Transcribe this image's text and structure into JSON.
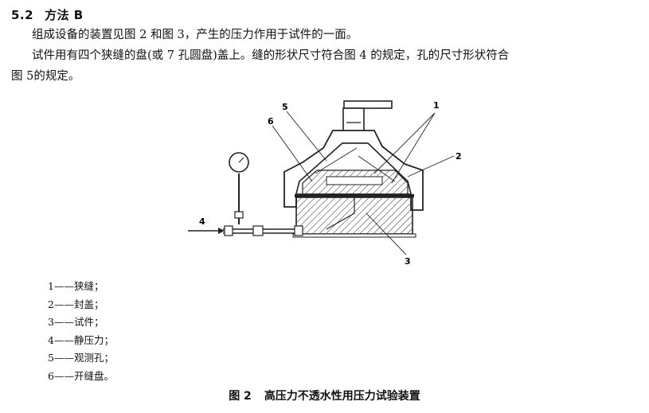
{
  "section": {
    "number": "5.2",
    "title": "方法 B"
  },
  "paragraphs": {
    "p1": "组成设备的装置见图 2 和图 3，产生的压力作用于试件的一面。",
    "p2": "试件用有四个狭缝的盘(或 7 孔圆盘)盖上。缝的形状尺寸符合图 4 的规定，孔的尺寸形状符合",
    "p3": "图 5的规定。"
  },
  "figure": {
    "callouts": {
      "c1": "1",
      "c2": "2",
      "c3": "3",
      "c4": "4",
      "c5": "5",
      "c6": "6"
    },
    "legend": [
      "1——狭缝；",
      "2——封盖；",
      "3——试件；",
      "4——静压力；",
      "5——观测孔；",
      "6——开缝盘。"
    ],
    "caption_number": "图 2",
    "caption_title": "高压力不透水性用压力试验装置"
  }
}
